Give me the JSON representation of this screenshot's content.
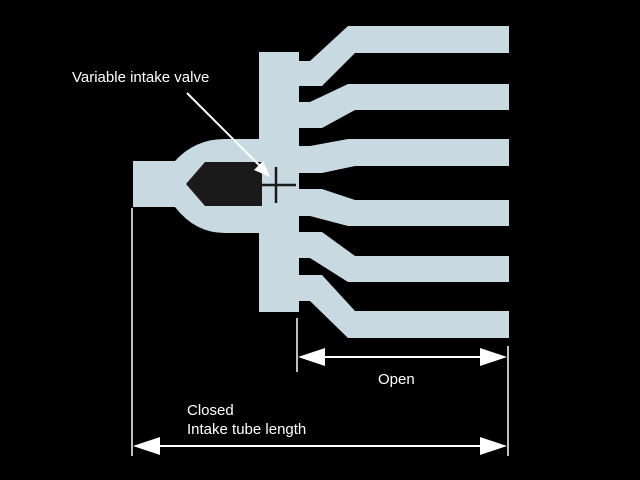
{
  "labels": {
    "valve": "Variable intake valve",
    "open": "Open",
    "closed": "Closed",
    "intake_length": "Intake tube length"
  },
  "colors": {
    "background": "#000000",
    "manifold": "#c8d9e2",
    "valve_body": "#1a1a1a",
    "annotation": "#ffffff"
  }
}
